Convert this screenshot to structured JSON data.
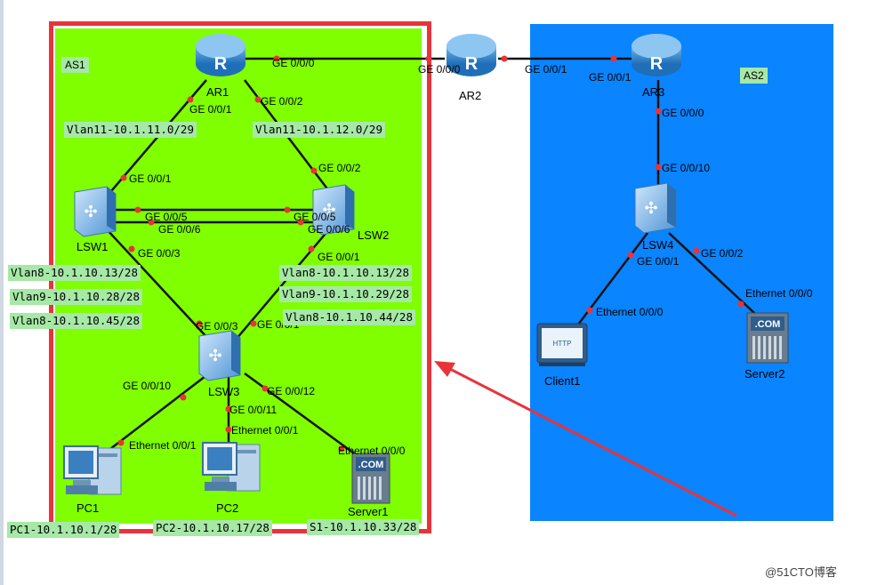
{
  "areas": [
    {
      "id": "as1",
      "label": "AS1",
      "color": "#7fff00"
    },
    {
      "id": "as2",
      "label": "AS2",
      "color": "#0a84ff"
    }
  ],
  "highlight_color": "#e8333a",
  "devices": {
    "ar1": "AR1",
    "ar2": "AR2",
    "ar3": "AR3",
    "lsw1": "LSW1",
    "lsw2": "LSW2",
    "lsw3": "LSW3",
    "lsw4": "LSW4",
    "pc1": "PC1",
    "pc2": "PC2",
    "server1": "Server1",
    "client1": "Client1",
    "server2": "Server2"
  },
  "ports": {
    "ar1_ge000": "GE 0/0/0",
    "ar1_ge001": "GE 0/0/1",
    "ar1_ge002": "GE 0/0/2",
    "ar2_ge000": "GE 0/0/0",
    "ar2_ge001": "GE 0/0/1",
    "ar3_ge001": "GE 0/0/1",
    "ar3_ge000": "GE 0/0/0",
    "lsw1_ge001": "GE 0/0/1",
    "lsw1_ge005": "GE 0/0/5",
    "lsw1_ge006": "GE 0/0/6",
    "lsw1_ge003": "GE 0/0/3",
    "lsw2_ge002": "GE 0/0/2",
    "lsw2_ge005": "GE 0/0/5",
    "lsw2_ge006": "GE 0/0/6",
    "lsw2_ge001": "GE 0/0/1",
    "lsw3_ge003": "GE 0/0/3",
    "lsw3_ge001": "GE 0/0/1",
    "lsw3_ge010": "GE 0/0/10",
    "lsw3_ge011": "GE 0/0/11",
    "lsw3_ge012": "GE 0/0/12",
    "pc1_eth": "Ethernet 0/0/1",
    "pc2_eth": "Ethernet 0/0/1",
    "server1_eth": "Ethernet 0/0/0",
    "lsw4_ge010": "GE 0/0/10",
    "lsw4_ge001": "GE 0/0/1",
    "lsw4_ge002": "GE 0/0/2",
    "client1_eth": "Ethernet 0/0/0",
    "server2_eth": "Ethernet 0/0/0"
  },
  "notes": {
    "vlan11_left": "Vlan11-10.1.11.0/29",
    "vlan11_right": "Vlan11-10.1.12.0/29",
    "lsw1_vlan8": "Vlan8-10.1.10.13/28",
    "lsw1_vlan9": "Vlan9-10.1.10.28/28",
    "lsw1_vlan10": "Vlan8-10.1.10.45/28",
    "lsw2_vlan8": "Vlan8-10.1.10.13/28",
    "lsw2_vlan9": "Vlan9-10.1.10.29/28",
    "lsw2_vlan10": "Vlan8-10.1.10.44/28",
    "pc1_ip": "PC1-10.1.10.1/28",
    "pc2_ip": "PC2-10.1.10.17/28",
    "s1_ip": "S1-10.1.10.33/28"
  },
  "icon_text": {
    "server_badge": ".COM",
    "client_badge": "HTTP"
  },
  "watermark": "@51CTO博客"
}
